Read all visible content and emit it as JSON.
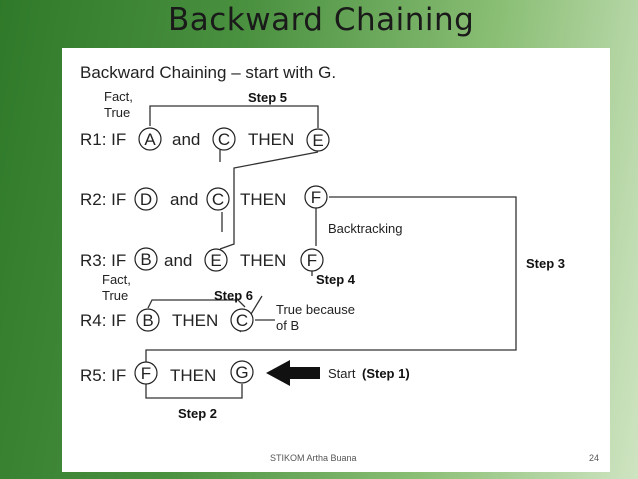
{
  "slide": {
    "title": "Backward Chaining",
    "footer": "STIKOM Artha Buana",
    "page": "24"
  },
  "diagram": {
    "heading": "Backward Chaining – start with G.",
    "r1": {
      "label": "R1: IF",
      "a": "A",
      "and": "and",
      "b": "C",
      "then": "THEN",
      "c": "E"
    },
    "r2": {
      "label": "R2: IF",
      "a": "D",
      "and": "and",
      "b": "C",
      "then": "THEN",
      "c": "F"
    },
    "r3": {
      "label": "R3: IF",
      "a": "B",
      "and": "and",
      "b": "E",
      "then": "THEN",
      "c": "F"
    },
    "r4": {
      "label": "R4: IF",
      "a": "B",
      "then": "THEN",
      "c": "C"
    },
    "r5": {
      "label": "R5: IF",
      "a": "F",
      "then": "THEN",
      "c": "G"
    },
    "fact_true_1": {
      "line1": "Fact,",
      "line2": "True"
    },
    "fact_true_2": {
      "line1": "Fact,",
      "line2": "True"
    },
    "true_because": {
      "line1": "True because",
      "line2": "of B"
    },
    "backtracking": "Backtracking",
    "start_label": "Start",
    "step1": "(Step 1)",
    "step2": "Step 2",
    "step3": "Step 3",
    "step4": "Step 4",
    "step5": "Step 5",
    "step6": "Step 6"
  }
}
